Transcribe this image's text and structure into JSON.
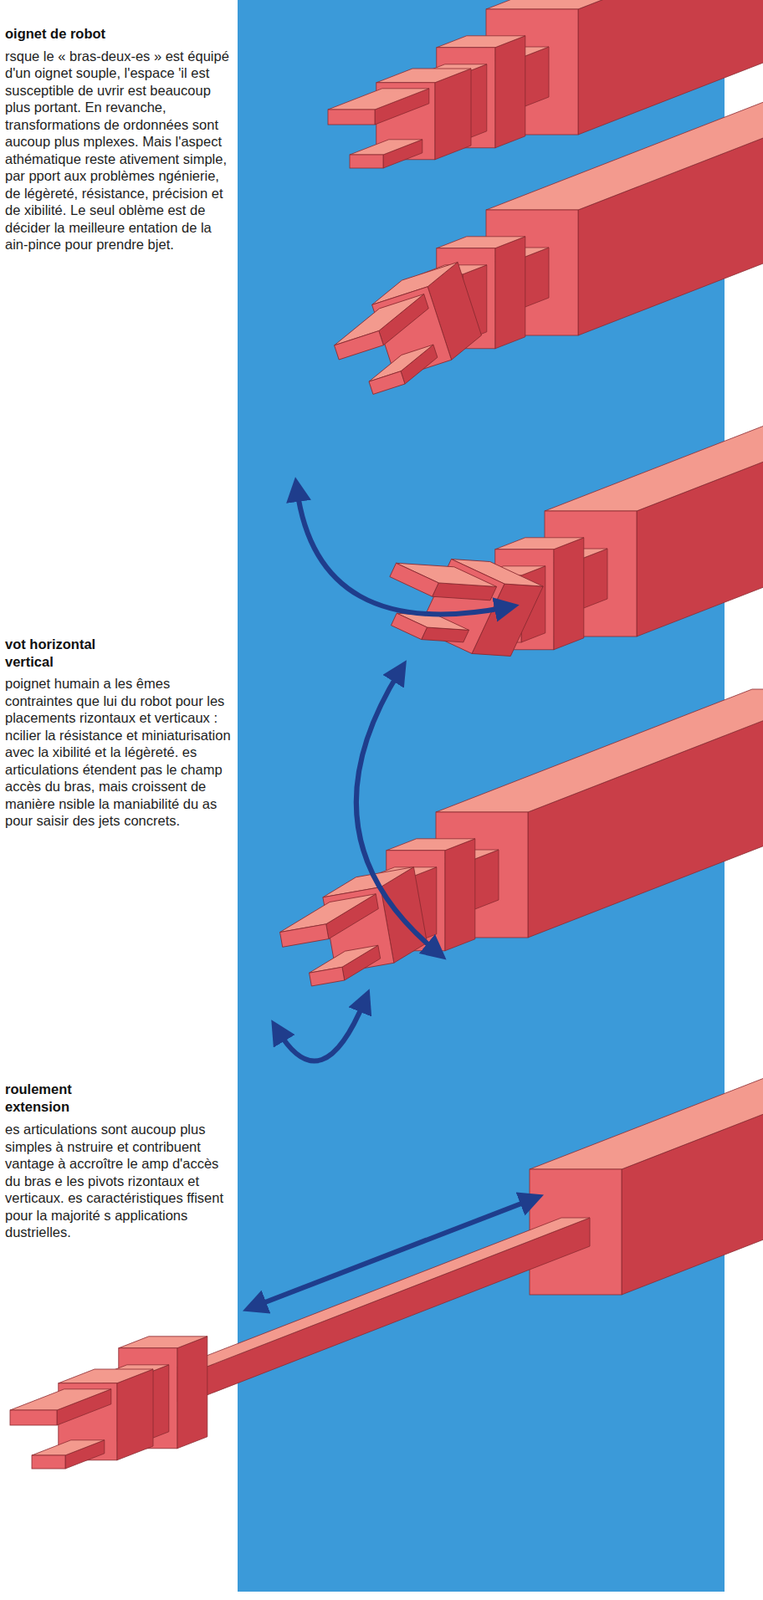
{
  "diagram": {
    "labels": [
      "oignet de robot",
      "rsque le « bras-deux-es » est équipé d'un oignet souple, l'espace 'il est susceptible de uvrir est beaucoup plus portant. En revanche, transformations de ordonnées sont aucoup plus mplexes. Mais l'aspect athématique reste ativement simple, par pport aux problèmes ngénierie, de légèreté, résistance, précision et de xibilité. Le seul oblème est de décider la meilleure entation de la ain-pince pour prendre bjet.",
      "vot horizontal vertical",
      "poignet humain a les êmes contraintes que lui du robot pour les placements rizontaux et verticaux : ncilier la résistance et miniaturisation avec la xibilité et la légèreté. es articulations étendent pas le champ accès du bras, mais croissent de manière nsible la maniabilité du as pour saisir des jets concrets.",
      "roulement extension",
      "es articulations sont aucoup plus simples à nstruire et contribuent vantage à accroître le amp d'accès du bras e les pivots rizontaux et verticaux. es caractéristiques ffisent pour la majorité s applications dustrielles."
    ]
  }
}
